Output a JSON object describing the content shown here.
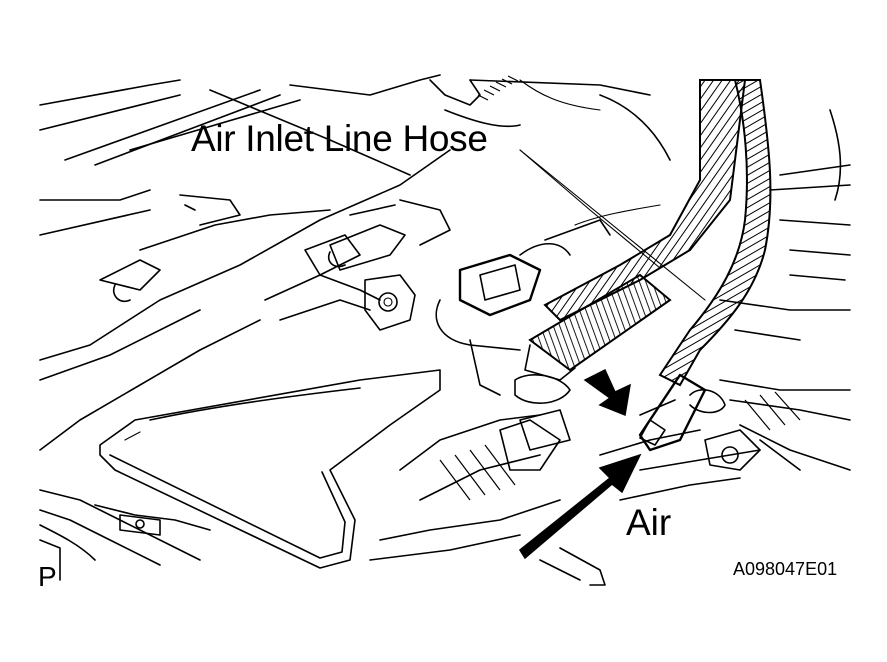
{
  "figure": {
    "callout_label": "Air Inlet Line Hose",
    "air_label": "Air",
    "view_letter": "P",
    "figure_id": "A098047E01"
  },
  "colors": {
    "ink": "#000000",
    "background": "#ffffff"
  }
}
